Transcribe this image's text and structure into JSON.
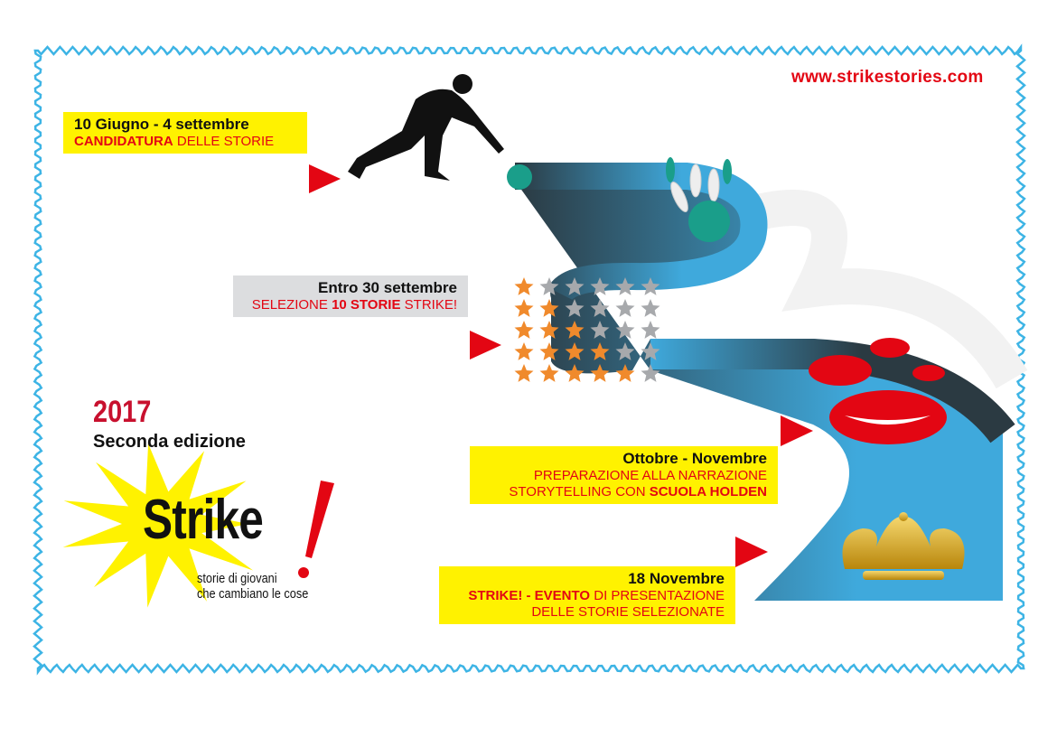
{
  "website": "www.strikestories.com",
  "edition": {
    "year": "2017",
    "label": "Seconda edizione"
  },
  "logo": {
    "word": "Strike",
    "exclamation": "!",
    "tagline_line1": "storie di giovani",
    "tagline_line2": "che cambiano le cose"
  },
  "timeline": [
    {
      "date": "10 Giugno - 4 settembre",
      "desc_bold": "CANDIDATURA",
      "desc_rest": " DELLE STORIE"
    },
    {
      "date": "Entro 30 settembre",
      "desc_pre": "SELEZIONE ",
      "desc_bold": "10 STORIE",
      "desc_rest": " STRIKE!"
    },
    {
      "date": "Ottobre - Novembre",
      "line1": "PREPARAZIONE ALLA NARRAZIONE",
      "line2_pre": "STORYTELLING CON ",
      "line2_bold": "SCUOLA HOLDEN"
    },
    {
      "date": "18 Novembre",
      "line1_bold": "STRIKE! - EVENTO",
      "line1_rest": " DI PRESENTAZIONE",
      "line2": "DELLE STORIE SELEZIONATE"
    }
  ],
  "stars": {
    "columns": 6,
    "orange_per_row": [
      1,
      2,
      3,
      4,
      5
    ]
  },
  "colors": {
    "red": "#e30613",
    "yellow": "#fff200",
    "border": "#3db4e5",
    "lane_dark": "#2b3a42",
    "lane_light": "#3fa9dc",
    "star_orange": "#f08a2c",
    "star_gray": "#a7a9ac",
    "gold": "#d4a017"
  }
}
